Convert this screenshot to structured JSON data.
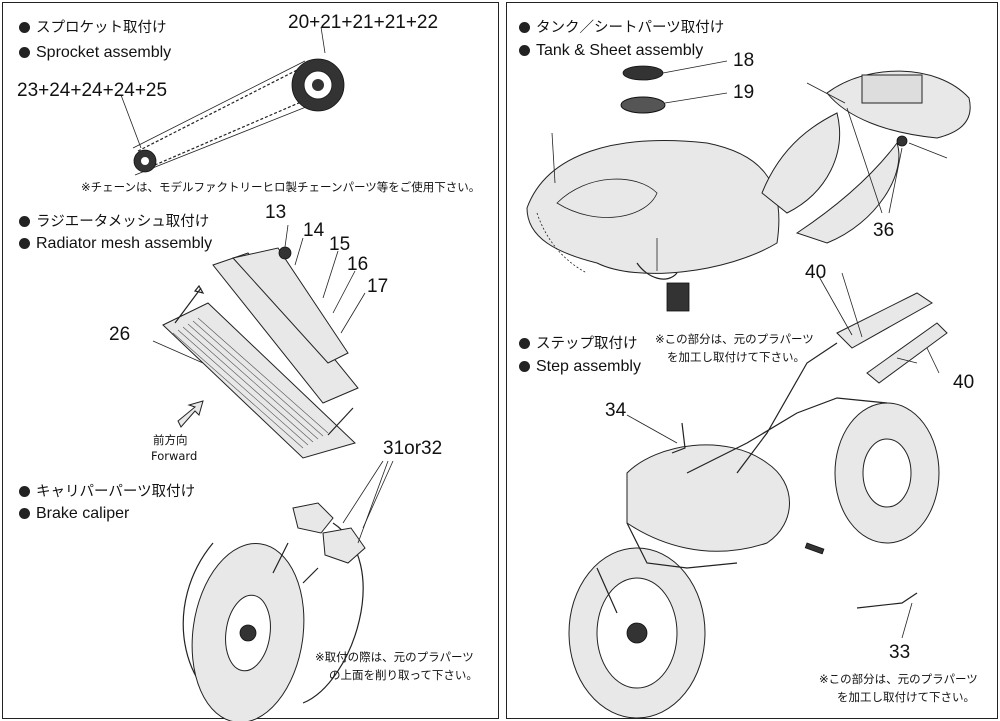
{
  "left": {
    "sprocket": {
      "title_jp": "スプロケット取付け",
      "title_en": "Sprocket assembly",
      "parts_top": "20+21+21+21+22",
      "parts_left": "23+24+24+24+25",
      "note": "※チェーンは、モデルファクトリーヒロ製チェーンパーツ等をご使用下さい。"
    },
    "radiator": {
      "title_jp": "ラジエータメッシュ取付け",
      "title_en": "Radiator mesh assembly",
      "parts": [
        "13",
        "14",
        "15",
        "16",
        "17"
      ],
      "part_26": "26",
      "direction_jp": "前方向",
      "direction_en": "Forward"
    },
    "caliper": {
      "title_jp": "キャリパーパーツ取付け",
      "title_en": "Brake caliper",
      "parts": "31or32",
      "note_line1": "※取付の際は、元のプラパーツ",
      "note_line2": "の上面を削り取って下さい。"
    }
  },
  "right": {
    "tank": {
      "title_jp": "タンク／シートパーツ取付け",
      "title_en": "Tank & Sheet assembly",
      "part_18": "18",
      "part_19": "19",
      "part_36": "36",
      "note_line1": "※この部分は、元のプラパーツ",
      "note_line2": "を加工し取付けて下さい。"
    },
    "step": {
      "title_jp": "ステップ取付け",
      "title_en": "Step assembly",
      "part_34": "34",
      "part_40a": "40",
      "part_40b": "40",
      "part_33": "33",
      "note_line1": "※この部分は、元のプラパーツ",
      "note_line2": "を加工し取付けて下さい。"
    }
  }
}
